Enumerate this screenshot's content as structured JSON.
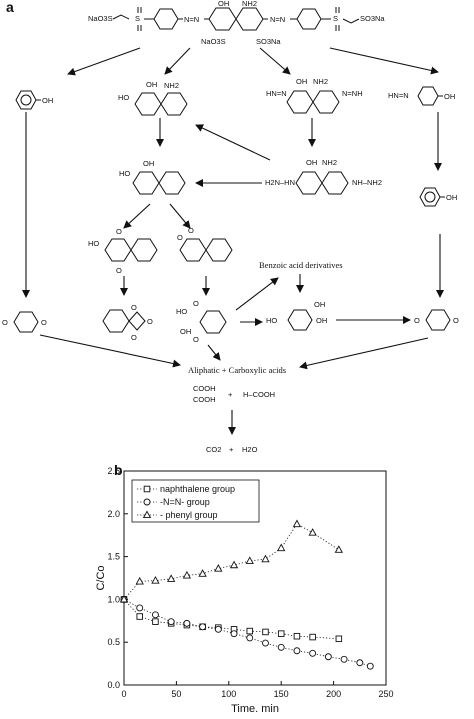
{
  "panel_a": {
    "label": "a",
    "dye": {
      "left_group": "NaO3S",
      "right_group": "SO3Na",
      "oh": "OH",
      "nh2": "NH2",
      "sulfo_left": "NaO3S",
      "sulfo_right": "SO3Na",
      "s_left": "S",
      "s_right": "S",
      "azo_left": "N=N",
      "azo_right": "N=N"
    },
    "labels": {
      "phenol_oh": "OH",
      "amino_naphthol_oh1": "HO",
      "amino_naphthol_oh2": "OH",
      "amino_naphthol_nh2": "NH2",
      "diazene_left": "HN=N",
      "diazene_oh": "OH",
      "diazene_nh2": "NH2",
      "diazene_right": "N=NH",
      "phenyl_diazene": "HN=N",
      "phenyl_diazene_oh": "OH",
      "hydrazine_left": "H2N–HN",
      "hydrazine_oh": "OH",
      "hydrazine_nh2": "NH2",
      "hydrazine_right": "NH–NH2",
      "diol_oh1": "HO",
      "diol_oh2": "OH",
      "phenol2_oh": "OH",
      "nq1_ho": "HO",
      "nq1_o1": "O",
      "nq1_o2": "O",
      "nq2_o1": "O",
      "nq2_o2": "O",
      "benzoic": "Benzoic acid derivatives",
      "hq_oh": "OH",
      "hq_ho": "HO",
      "hq_oh2": "OH",
      "quinone_o1": "O",
      "quinone_o2": "O",
      "quinone2_o1": "O",
      "quinone2_o2": "O",
      "phth_o1": "O",
      "phth_o2": "O",
      "phth_o3": "O",
      "pa_ho": "HO",
      "pa_oh": "OH",
      "pa_o1": "O",
      "pa_o2": "O",
      "aliphatic": "Aliphatic + Carboxylic acids",
      "cooh1": "COOH",
      "cooh2": "COOH",
      "plus1": "+",
      "formic": "H–COOH",
      "co2": "CO2",
      "plus2": "+",
      "h2o": "H2O"
    }
  },
  "chart_data": {
    "type": "scatter",
    "panel_label": "b",
    "xlabel": "Time. min",
    "ylabel": "C/Co",
    "xlim": [
      0,
      250
    ],
    "ylim": [
      0.0,
      2.5
    ],
    "xticks": [
      "0",
      "50",
      "100",
      "150",
      "200",
      "250"
    ],
    "yticks": [
      "0.0",
      "0.5",
      "1.0",
      "1.5",
      "2.0",
      "2.5"
    ],
    "legend_placement": "top-left",
    "series": [
      {
        "name": "naphthalene group",
        "marker": "square",
        "x": [
          0,
          15,
          30,
          45,
          60,
          75,
          90,
          105,
          120,
          135,
          150,
          165,
          180,
          205
        ],
        "y": [
          1.0,
          0.8,
          0.74,
          0.72,
          0.7,
          0.68,
          0.67,
          0.65,
          0.63,
          0.62,
          0.6,
          0.57,
          0.56,
          0.54
        ]
      },
      {
        "name": "-N=N- group",
        "marker": "circle",
        "x": [
          0,
          15,
          30,
          45,
          60,
          75,
          90,
          105,
          120,
          135,
          150,
          165,
          180,
          195,
          210,
          225,
          235
        ],
        "y": [
          1.0,
          0.9,
          0.82,
          0.74,
          0.72,
          0.68,
          0.65,
          0.6,
          0.55,
          0.49,
          0.44,
          0.4,
          0.37,
          0.33,
          0.3,
          0.26,
          0.22
        ]
      },
      {
        "name": "- phenyl group",
        "marker": "triangle",
        "x": [
          0,
          15,
          30,
          45,
          60,
          75,
          90,
          105,
          120,
          135,
          150,
          165,
          180,
          205
        ],
        "y": [
          1.0,
          1.21,
          1.22,
          1.24,
          1.28,
          1.3,
          1.36,
          1.4,
          1.45,
          1.47,
          1.6,
          1.88,
          1.78,
          1.58
        ]
      }
    ]
  }
}
